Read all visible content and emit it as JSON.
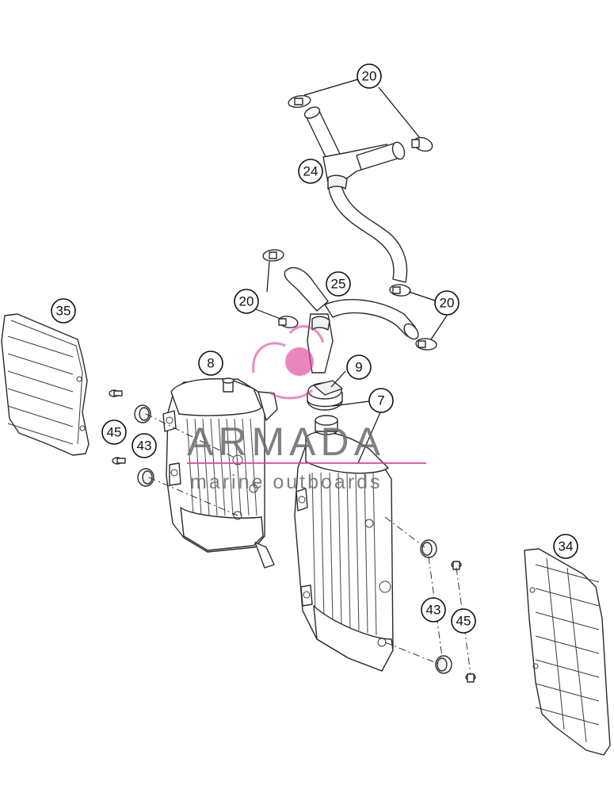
{
  "callouts": {
    "c20a": "20",
    "c24": "24",
    "c20b": "20",
    "c25": "25",
    "c20c": "20",
    "c35": "35",
    "c8": "8",
    "c9": "9",
    "c7": "7",
    "c45a": "45",
    "c43a": "43",
    "c34": "34",
    "c43b": "43",
    "c45b": "45"
  },
  "watermark": {
    "title": "ARMADA",
    "subtitle": "marine outboards",
    "title_color": "#6b6b6b",
    "logo_color": "#e0409a",
    "rule_color": "#e0409a"
  }
}
